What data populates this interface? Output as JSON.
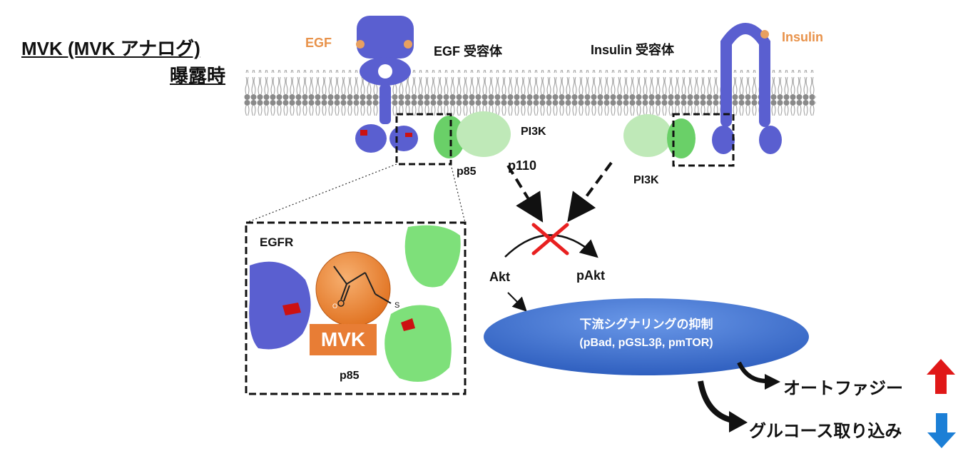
{
  "title_line1": "MVK (MVK アナログ)",
  "title_line2": "曝露時",
  "egf": "EGF",
  "egf_receptor": "EGF 受容体",
  "insulin_receptor": "Insulin 受容体",
  "insulin": "Insulin",
  "pi3k_left": "PI3K",
  "pi3k_right": "PI3K",
  "p85_top": "p85",
  "p110": "p110",
  "egfr": "EGFR",
  "mvk": "MVK",
  "s_atom": "S",
  "o_atom": "O",
  "p85_inset": "p85",
  "akt": "Akt",
  "pakt": "pAkt",
  "downstream_line1": "下流シグナリングの抑制",
  "downstream_line2": "(pBad, pGSL3β, pmTOR)",
  "autophagy": "オートファジー",
  "glucose_uptake": "グルコース取り込み",
  "colors": {
    "receptor_blue": "#5a5fd0",
    "pi3k_green": "#7ee07a",
    "ellipse_blue": "#3d6fce",
    "mvk_orange": "#e87d35",
    "up_arrow": "#e01818",
    "down_arrow": "#1c7fd6",
    "inhibition": "#e82020"
  }
}
